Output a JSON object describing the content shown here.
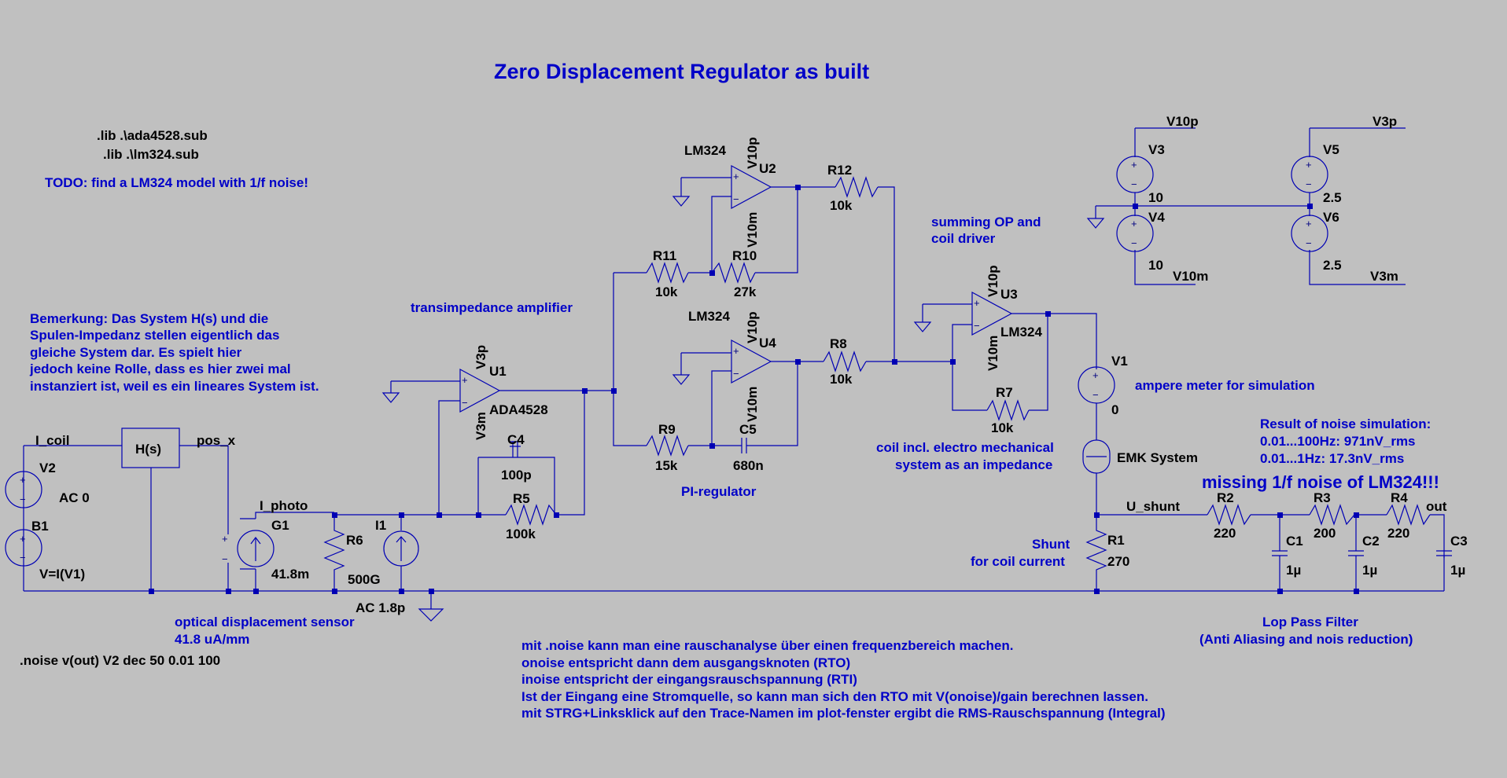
{
  "title": "Zero Displacement Regulator as built",
  "directives": {
    "lib1": ".lib .\\ada4528.sub",
    "lib2": ".lib .\\lm324.sub",
    "noise": ".noise v(out) V2 dec 50 0.01 100"
  },
  "comments": {
    "todo": "TODO: find a LM324 model with 1/f noise!",
    "remark": [
      "Bemerkung: Das System H(s) und die",
      "Spulen-Impedanz stellen eigentlich das",
      "gleiche System dar. Es spielt hier",
      "jedoch keine Rolle, dass es hier zwei mal",
      "instanziert ist, weil es ein lineares System ist."
    ],
    "transimpedance": "transimpedance amplifier",
    "pi_regulator": "PI-regulator",
    "summing": [
      "summing OP and",
      "coil driver"
    ],
    "ampere_meter": "ampere meter for simulation",
    "coil": [
      "coil incl. electro mechanical",
      "system as an impedance"
    ],
    "shunt": [
      "Shunt",
      "for coil current"
    ],
    "noise_result": [
      "Result of noise simulation:",
      "0.01...100Hz: 971nV_rms",
      "0.01...1Hz: 17.3nV_rms"
    ],
    "missing": "missing 1/f noise of LM324!!!",
    "filter": [
      "Lop Pass Filter",
      "(Anti Aliasing and nois reduction)"
    ],
    "sensor": [
      "optical displacement sensor",
      "41.8 uA/mm"
    ],
    "notes": [
      "mit .noise kann man eine rauschanalyse über einen frequenzbereich machen.",
      "onoise entspricht dann dem ausgangsknoten (RTO)",
      "inoise entspricht der eingangsrauschspannung (RTI)",
      "Ist der Eingang eine Stromquelle, so kann man sich den RTO mit V(onoise)/gain berechnen lassen.",
      "mit STRG+Linksklick auf den Trace-Namen im plot-fenster ergibt die RMS-Rauschspannung (Integral)"
    ]
  },
  "nets": {
    "i_coil": "I_coil",
    "pos_x": "pos_x",
    "i_photo": "I_photo",
    "u_shunt": "U_shunt",
    "out": "out",
    "v10p": "V10p",
    "v10m": "V10m",
    "v3p": "V3p",
    "v3m": "V3m"
  },
  "components": {
    "hs": "H(s)",
    "V2": {
      "name": "V2",
      "value": "AC 0"
    },
    "B1": {
      "name": "B1",
      "value": "V=I(V1)"
    },
    "G1": {
      "name": "G1",
      "value": "41.8m"
    },
    "R6": {
      "name": "R6",
      "value": "500G"
    },
    "I1": {
      "name": "I1",
      "value": "AC 1.8p"
    },
    "U1": {
      "name": "U1",
      "model": "ADA4528"
    },
    "C4": {
      "name": "C4",
      "value": "100p"
    },
    "R5": {
      "name": "R5",
      "value": "100k"
    },
    "U2": {
      "name": "U2",
      "model": "LM324"
    },
    "U4": {
      "name": "U4",
      "model": "LM324"
    },
    "R11": {
      "name": "R11",
      "value": "10k"
    },
    "R10": {
      "name": "R10",
      "value": "27k"
    },
    "R12": {
      "name": "R12",
      "value": "10k"
    },
    "R9": {
      "name": "R9",
      "value": "15k"
    },
    "C5": {
      "name": "C5",
      "value": "680n"
    },
    "R8": {
      "name": "R8",
      "value": "10k"
    },
    "U3": {
      "name": "U3",
      "model": "LM324"
    },
    "R7": {
      "name": "R7",
      "value": "10k"
    },
    "V1": {
      "name": "V1",
      "value": "0"
    },
    "EMK": {
      "name": "EMK System"
    },
    "R1": {
      "name": "R1",
      "value": "270"
    },
    "R2": {
      "name": "R2",
      "value": "220"
    },
    "R3": {
      "name": "R3",
      "value": "200"
    },
    "R4": {
      "name": "R4",
      "value": "220"
    },
    "C1": {
      "name": "C1",
      "value": "1µ"
    },
    "C2": {
      "name": "C2",
      "value": "1µ"
    },
    "C3": {
      "name": "C3",
      "value": "1µ"
    },
    "V3": {
      "name": "V3",
      "value": "10"
    },
    "V4": {
      "name": "V4",
      "value": "10"
    },
    "V5": {
      "name": "V5",
      "value": "2.5"
    },
    "V6": {
      "name": "V6",
      "value": "2.5"
    }
  }
}
